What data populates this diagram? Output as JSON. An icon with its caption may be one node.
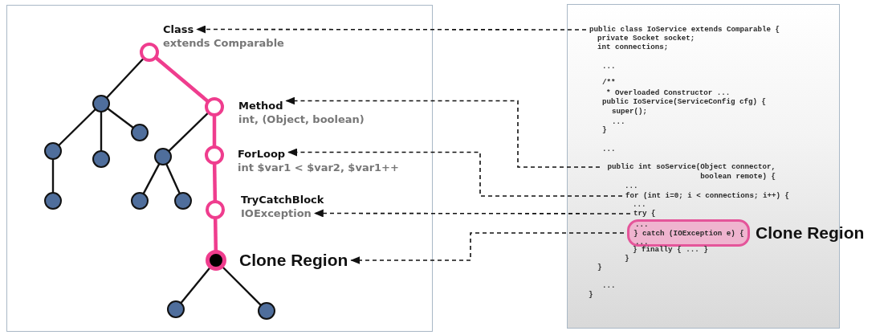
{
  "diagram": {
    "nodes": [
      {
        "text": [],
        "shape": "box"
      },
      {
        "text": [],
        "shape": "circle",
        "in": 0
      },
      {
        "text": [],
        "shape": "circle",
        "in": 0
      },
      {
        "text": [],
        "shape": "circle",
        "in": 0
      },
      {
        "text": [],
        "shape": "circle",
        "in": 0
      },
      {
        "text": [],
        "shape": "circle",
        "in": 0
      },
      {
        "text": [],
        "shape": "circle",
        "in": 0
      },
      {
        "text": [],
        "shape": "circle",
        "in": 0
      },
      {
        "text": [],
        "shape": "circle",
        "in": 0
      },
      {
        "text": [],
        "shape": "circle",
        "in": 0
      },
      {
        "text": [],
        "shape": "circle",
        "in": 0
      },
      {
        "text": [],
        "shape": "circle",
        "in": 0
      },
      {
        "text": [],
        "shape": "circle",
        "in": 0
      },
      {
        "text": [],
        "shape": "circle",
        "in": 0
      },
      {
        "text": [],
        "shape": "circle",
        "in": 0
      },
      {
        "text": [],
        "shape": "circle",
        "in": 0
      },
      {
        "text": [
          "Class",
          "extends Comparable"
        ],
        "in": 0
      },
      {
        "text": [
          "Method",
          "int, (Object, boolean)"
        ],
        "in": 0
      },
      {
        "text": [
          "ForLoop",
          "int $var1 < $var2, $var1++"
        ],
        "in": 0
      },
      {
        "text": [
          "TryCatchBlock",
          "IOException"
        ],
        "in": 0
      },
      {
        "text": [
          "Clone Region"
        ],
        "in": 0
      },
      {
        "text": [],
        "shape": "box"
      },
      {
        "text": [
          "public class IoService extends Comparable {"
        ],
        "in": 21
      },
      {
        "text": [
          "public int soService(Object connector, boolean remote) {"
        ],
        "in": 21
      },
      {
        "text": [
          "for (int i=0; i < connections; i++) {"
        ],
        "in": 21
      },
      {
        "text": [
          "try {"
        ],
        "in": 21
      },
      {
        "text": [
          "...",
          "} catch (IOException e) {",
          "..."
        ],
        "beside": [
          "Clone Region"
        ],
        "in": 21
      }
    ],
    "edges": [
      {
        "from": 1,
        "to": 2,
        "arrow": "none"
      },
      {
        "from": 1,
        "to": 3,
        "arrow": "none",
        "style": "thick",
        "color": "#ef3d8e"
      },
      {
        "from": 2,
        "to": 5,
        "arrow": "none"
      },
      {
        "from": 2,
        "to": 6,
        "arrow": "none"
      },
      {
        "from": 2,
        "to": 4,
        "arrow": "none"
      },
      {
        "from": 3,
        "to": 7,
        "arrow": "none"
      },
      {
        "from": 3,
        "to": 8,
        "arrow": "none",
        "style": "thick",
        "color": "#ef3d8e"
      },
      {
        "from": 5,
        "to": 9,
        "arrow": "none"
      },
      {
        "from": 7,
        "to": 10,
        "arrow": "none"
      },
      {
        "from": 7,
        "to": 11,
        "arrow": "none"
      },
      {
        "from": 8,
        "to": 12,
        "arrow": "none",
        "style": "thick",
        "color": "#ef3d8e"
      },
      {
        "from": 12,
        "to": 13,
        "arrow": "none",
        "style": "thick",
        "color": "#ef3d8e"
      },
      {
        "from": 13,
        "to": 14,
        "arrow": "none"
      },
      {
        "from": 13,
        "to": 15,
        "arrow": "none"
      },
      {
        "from": 22,
        "to": 16,
        "arrow": "to",
        "style": "dashed"
      },
      {
        "from": 23,
        "to": 17,
        "arrow": "to",
        "style": "dashed"
      },
      {
        "from": 24,
        "to": 18,
        "arrow": "to",
        "style": "dashed"
      },
      {
        "from": 25,
        "to": 19,
        "arrow": "to",
        "style": "dashed"
      },
      {
        "from": 26,
        "to": 20,
        "arrow": "to",
        "style": "dashed"
      }
    ],
    "labels": [
      "private Socket socket;",
      "int connections;",
      "...",
      "/**",
      "* Overloaded Constructor ...",
      "public IoService(ServiceConfig cfg) {",
      "super();",
      "...",
      "}",
      "...",
      "...",
      "...",
      "} finally { ... }",
      "}",
      "}",
      "...",
      "}"
    ]
  }
}
